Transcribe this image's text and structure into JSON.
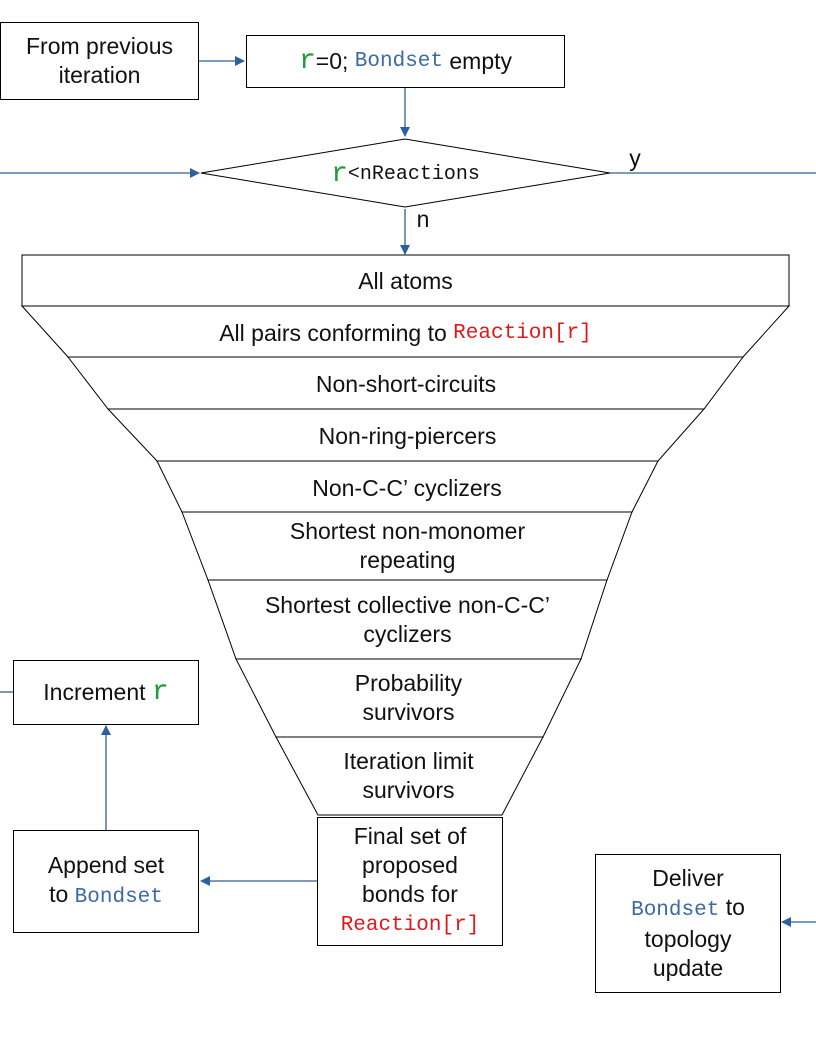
{
  "colors": {
    "arrow": "#2f5f9e",
    "line": "#000000",
    "variable_r": "#1e9b3a",
    "variable_bondset": "#3a6aa8",
    "variable_reaction": "#e01818"
  },
  "boxes": {
    "from_previous": "From previous iteration",
    "init": {
      "r": "r",
      "eq": "=0;",
      "bondset": "Bondset",
      "rest": "empty"
    },
    "decision": {
      "r": "r",
      "cond": "<nReactions",
      "yes": "y",
      "no": "n"
    },
    "increment": {
      "text": "Increment",
      "r": "r"
    },
    "append": {
      "line1": "Append set",
      "to": "to",
      "bondset": "Bondset"
    },
    "final": {
      "line1": "Final set of",
      "line2": "proposed",
      "line3": "bonds for",
      "reaction": "Reaction[r]"
    },
    "deliver": {
      "line1": "Deliver",
      "bondset": "Bondset",
      "to": "to",
      "line3": "topology",
      "line4": "update"
    }
  },
  "funnel": {
    "all_atoms": "All atoms",
    "pairs": {
      "text": "All pairs conforming to",
      "reaction": "Reaction[r]"
    },
    "layers": [
      "Non-short-circuits",
      "Non-ring-piercers",
      "Non-C-C’ cyclizers",
      "Shortest non-monomer repeating",
      "Shortest collective non-C-C’ cyclizers",
      "Probability survivors",
      "Iteration limit survivors"
    ]
  }
}
